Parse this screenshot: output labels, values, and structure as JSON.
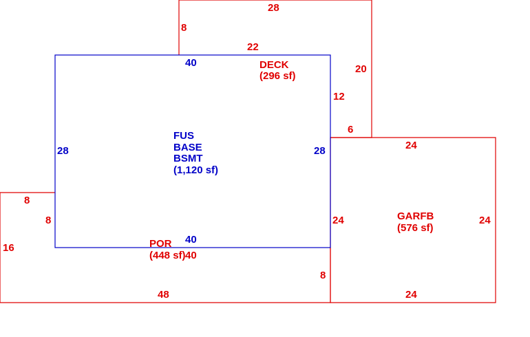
{
  "colors": {
    "red": "#e00000",
    "blue": "#0000c8"
  },
  "main_area": {
    "name_lines": [
      "FUS",
      "BASE",
      "BSMT"
    ],
    "area": "(1,120 sf)",
    "dims": {
      "top": "40",
      "left": "28",
      "right": "28",
      "bottom": "40"
    }
  },
  "deck": {
    "name": "DECK",
    "area": "(296 sf)",
    "dims": {
      "top": "28",
      "left": "8",
      "bottom_left": "22",
      "right": "20",
      "inner_side": "12",
      "step": "6"
    }
  },
  "garage": {
    "name": "GARFB",
    "area": "(576 sf)",
    "dims": {
      "top": "24",
      "left": "24",
      "right": "24",
      "bottom": "24"
    }
  },
  "porch": {
    "name": "POR",
    "area": "(448 sf)",
    "dims": {
      "top": "8",
      "inner_side": "8",
      "left": "16",
      "top_edge": "40",
      "right": "8",
      "bottom": "48"
    }
  }
}
